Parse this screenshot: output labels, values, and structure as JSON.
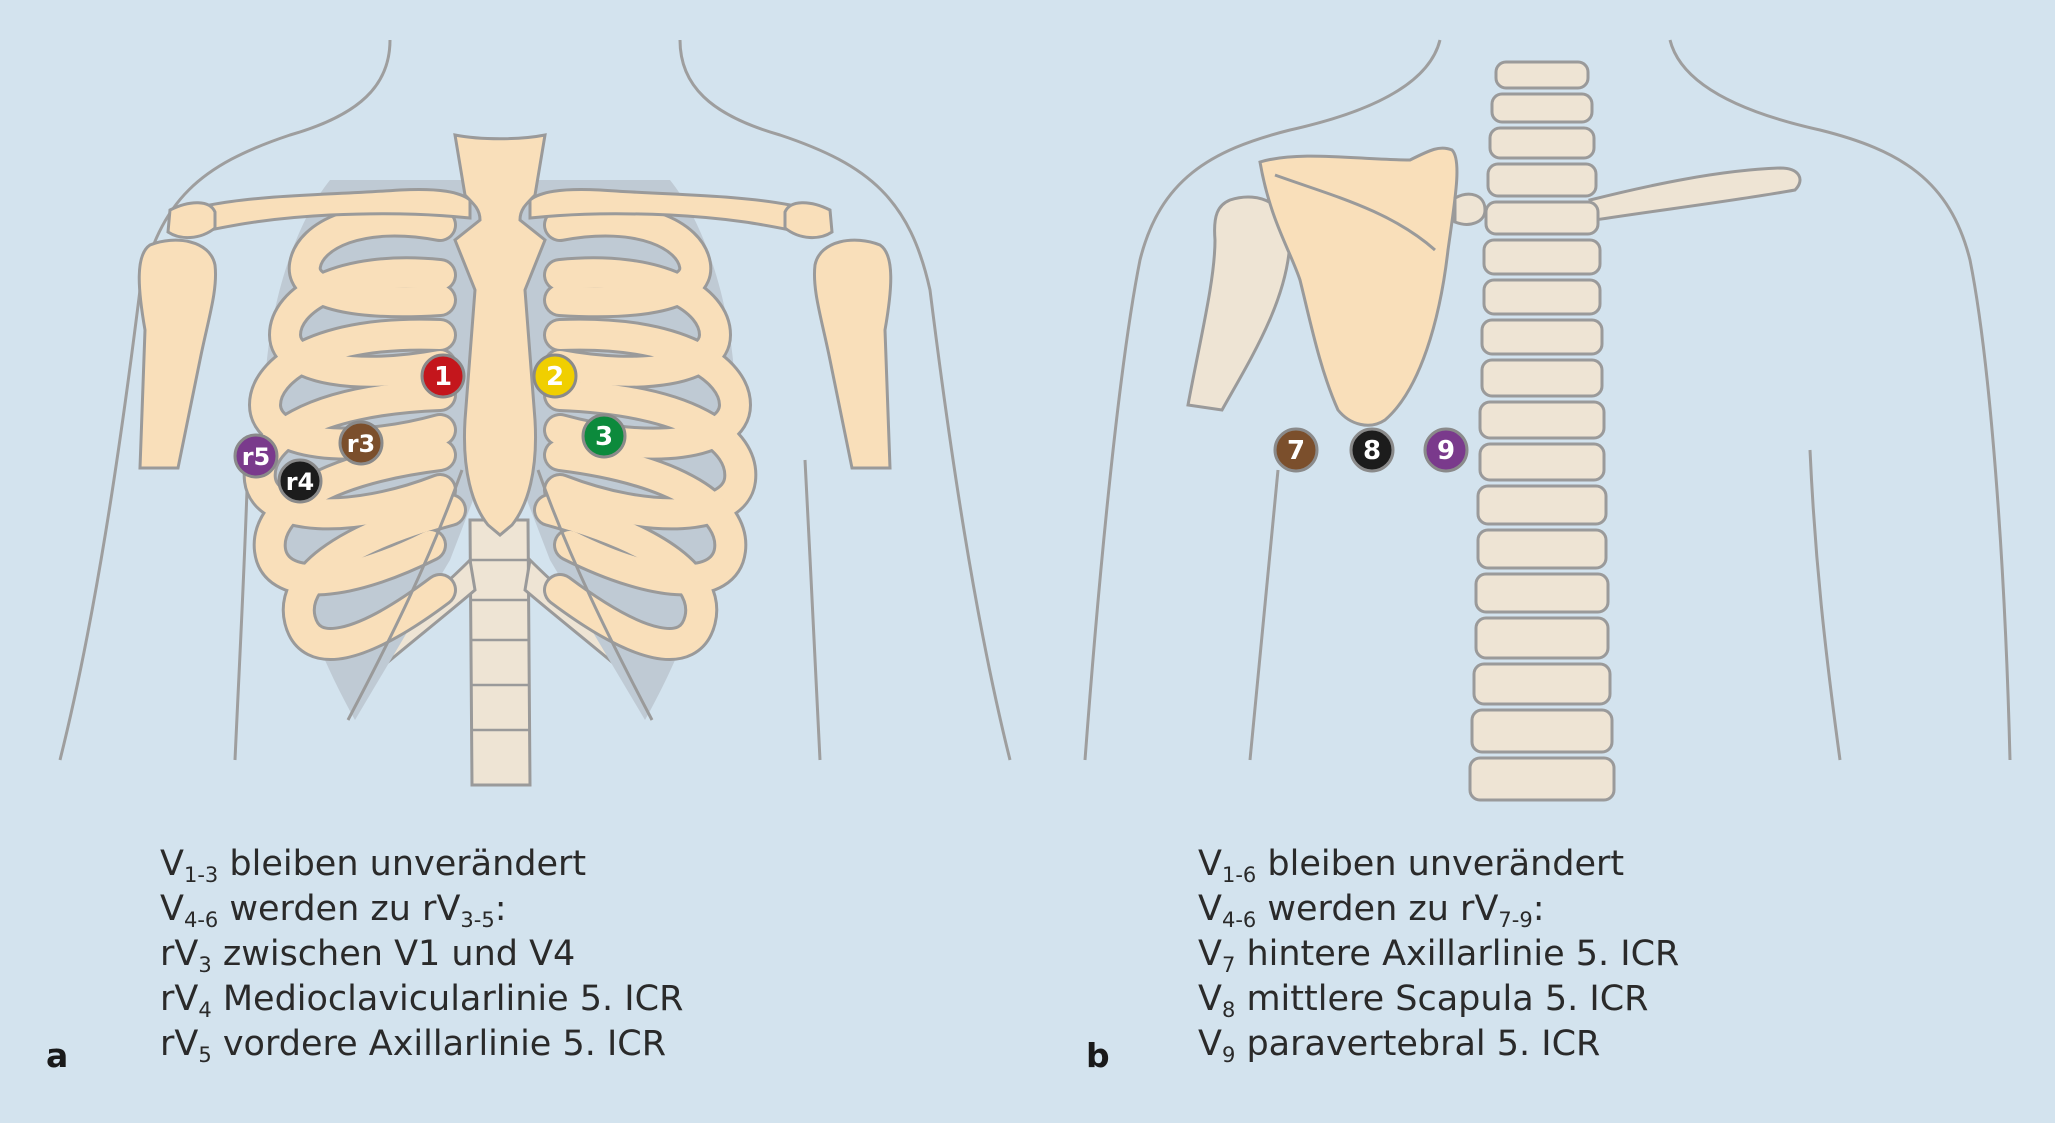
{
  "colors": {
    "background": "#d3e3ee",
    "bone": "#f9dfba",
    "bone_light": "#eee4d4",
    "bone_outline": "#9a9a9a",
    "rib_gap": "#bfcad4",
    "body_outline": "#9e9e9e"
  },
  "panel_a": {
    "label": "a",
    "markers": [
      {
        "label": "1",
        "color": "#c4161c"
      },
      {
        "label": "2",
        "color": "#f0cf00",
        "text_color": "#5a4a00"
      },
      {
        "label": "3",
        "color": "#0c8a3c"
      },
      {
        "label": "r3",
        "color": "#7b4f2c"
      },
      {
        "label": "r4",
        "color": "#1c1c1c"
      },
      {
        "label": "r5",
        "color": "#7a3a8c"
      }
    ],
    "caption": [
      {
        "pre": "V",
        "sub": "1-3",
        "post": " bleiben unverändert"
      },
      {
        "pre": "V",
        "sub": "4-6",
        "post": " werden zu rV",
        "sub2": "3-5",
        "post2": ":"
      },
      {
        "pre": "rV",
        "sub": "3",
        "post": " zwischen V1 und V4"
      },
      {
        "pre": "rV",
        "sub": "4",
        "post": " Medioclavicularlinie 5. ICR"
      },
      {
        "pre": "rV",
        "sub": "5",
        "post": " vordere Axillarlinie 5. ICR"
      }
    ]
  },
  "panel_b": {
    "label": "b",
    "markers": [
      {
        "label": "7",
        "color": "#7b4f2c"
      },
      {
        "label": "8",
        "color": "#1c1c1c"
      },
      {
        "label": "9",
        "color": "#7a3a8c"
      }
    ],
    "caption": [
      {
        "pre": "V",
        "sub": "1-6",
        "post": " bleiben unverändert"
      },
      {
        "pre": "V",
        "sub": "4-6",
        "post": " werden zu rV",
        "sub2": "7-9",
        "post2": ":"
      },
      {
        "pre": "V",
        "sub": "7",
        "post": " hintere Axillarlinie 5. ICR"
      },
      {
        "pre": "V",
        "sub": "8",
        "post": " mittlere Scapula 5. ICR"
      },
      {
        "pre": "V",
        "sub": "9",
        "post": " paravertebral 5. ICR"
      }
    ]
  }
}
